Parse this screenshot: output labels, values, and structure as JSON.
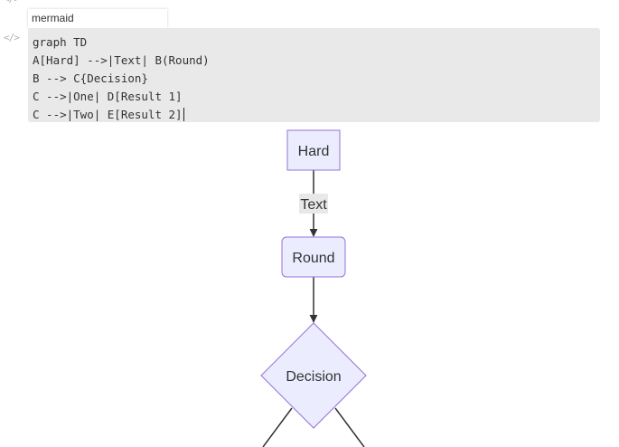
{
  "editor": {
    "language_input": "mermaid",
    "gutter_icon": "code-icon",
    "code_lines": [
      "graph TD",
      "A[Hard] -->|Text| B(Round)",
      "B --> C{Decision}",
      "C -->|One| D[Result 1]",
      "C -->|Two| E[Result 2]"
    ]
  },
  "diagram": {
    "nodes": {
      "a": {
        "label": "Hard",
        "shape": "rect"
      },
      "b": {
        "label": "Round",
        "shape": "round-rect"
      },
      "c": {
        "label": "Decision",
        "shape": "diamond"
      }
    },
    "edge_labels": {
      "a_b": "Text"
    }
  },
  "colors": {
    "node_fill": "#ECECFF",
    "node_stroke": "#9370DB",
    "edge_label_bg": "#E8E8E8",
    "code_bg": "#E9E9E9"
  }
}
